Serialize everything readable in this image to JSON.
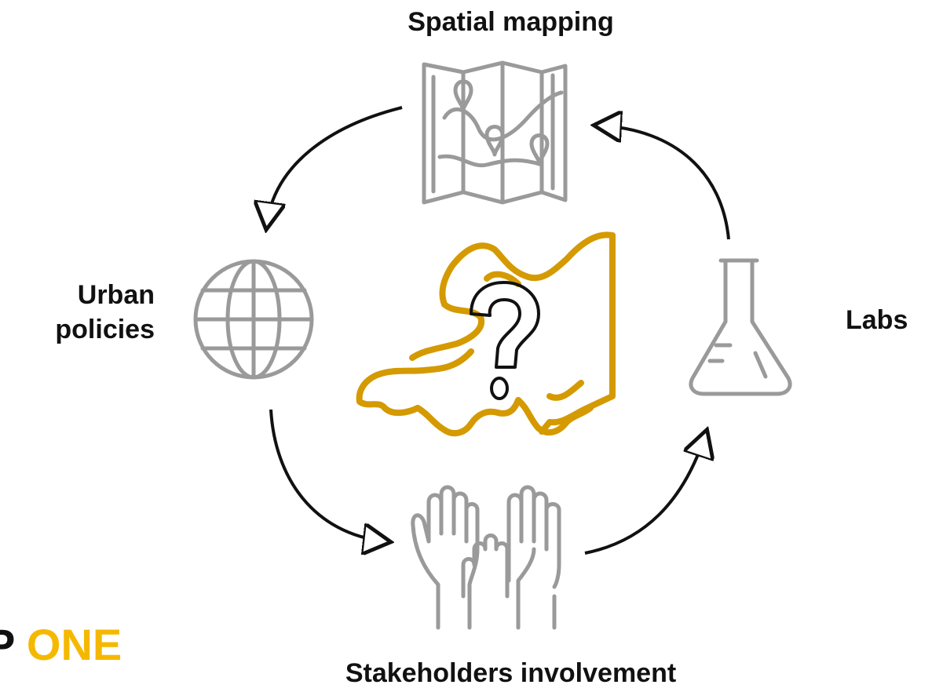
{
  "labels": {
    "top": "Spatial mapping",
    "left_line1": "Urban",
    "left_line2": "policies",
    "right": "Labs",
    "bottom": "Stakeholders involvement"
  },
  "brand": {
    "part1": "P",
    "part2": "ONE"
  },
  "colors": {
    "accent": "#d49a00",
    "brand_yellow": "#f5b800",
    "icon_gray": "#9a9a9a",
    "text": "#111111"
  },
  "icons": [
    "map-icon",
    "globe-icon",
    "flask-icon",
    "raised-hands-icon",
    "europe-map-icon",
    "question-mark-icon"
  ]
}
